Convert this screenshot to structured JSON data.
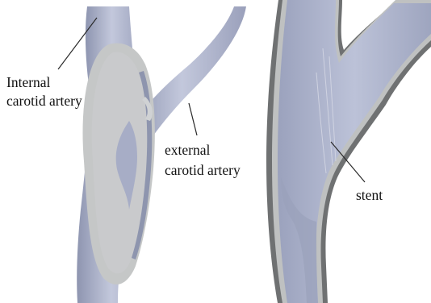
{
  "figure": {
    "left_panel": {
      "label_internal_line1": "Internal",
      "label_internal_line2": "carotid artery",
      "label_external_line1": "external",
      "label_external_line2": "carotid artery"
    },
    "right_panel": {
      "label_stent": "stent"
    },
    "colors": {
      "vessel_outer": "#aab0c8",
      "vessel_fill": "#b4bad1",
      "vessel_shadow": "#8c93ad",
      "vessel_highlight": "#d4d8e6",
      "cut_face": "#c9cacc",
      "wall_rim": "#bfc1c1",
      "wall_dark": "#6f7172",
      "leader_line": "#2a2a2a"
    }
  }
}
